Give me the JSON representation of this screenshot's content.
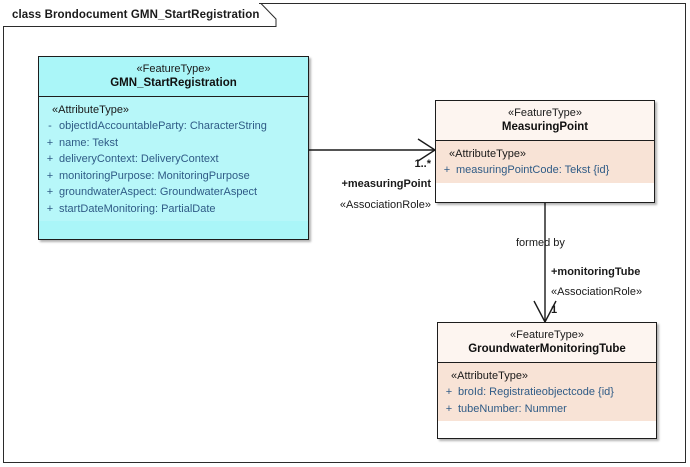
{
  "frame": {
    "title": "class Brondocument GMN_StartRegistration"
  },
  "classes": [
    {
      "id": "gmn-start-registration",
      "stereotype": "«FeatureType»",
      "name": "GMN_StartRegistration",
      "attribute_stereotype": "«AttributeType»",
      "attributes": [
        {
          "visibility": "-",
          "text": "objectIdAccountableParty: CharacterString"
        },
        {
          "visibility": "+",
          "text": "name: Tekst"
        },
        {
          "visibility": "+",
          "text": "deliveryContext: DeliveryContext"
        },
        {
          "visibility": "+",
          "text": "monitoringPurpose: MonitoringPurpose"
        },
        {
          "visibility": "+",
          "text": "groundwaterAspect: GroundwaterAspect"
        },
        {
          "visibility": "+",
          "text": "startDateMonitoring: PartialDate"
        }
      ]
    },
    {
      "id": "measuring-point",
      "stereotype": "«FeatureType»",
      "name": "MeasuringPoint",
      "attribute_stereotype": "«AttributeType»",
      "attributes": [
        {
          "visibility": "+",
          "text": "measuringPointCode: Tekst {id}"
        }
      ]
    },
    {
      "id": "groundwater-monitoring-tube",
      "stereotype": "«FeatureType»",
      "name": "GroundwaterMonitoringTube",
      "attribute_stereotype": "«AttributeType»",
      "attributes": [
        {
          "visibility": "+",
          "text": "broId: Registratieobjectcode {id}"
        },
        {
          "visibility": "+",
          "text": "tubeNumber: Nummer"
        }
      ]
    }
  ],
  "associations": [
    {
      "id": "gmn-to-measuringpoint",
      "source": "GMN_StartRegistration",
      "target": "MeasuringPoint",
      "multiplicity": "1..*",
      "role": "+measuringPoint",
      "role_stereotype": "«AssociationRole»"
    },
    {
      "id": "measuringpoint-to-tube",
      "source": "MeasuringPoint",
      "target": "GroundwaterMonitoringTube",
      "name": "formed by",
      "multiplicity": "1",
      "role": "+monitoringTube",
      "role_stereotype": "«AssociationRole»"
    }
  ],
  "colors": {
    "cyan_header": "#AAF6F8",
    "cyan_body": "#B7F7F9",
    "peach_header": "#FDF5F0",
    "peach_body": "#F8E3D6",
    "border": "#1D1D1D",
    "attribute_text": "#2F5B86"
  }
}
